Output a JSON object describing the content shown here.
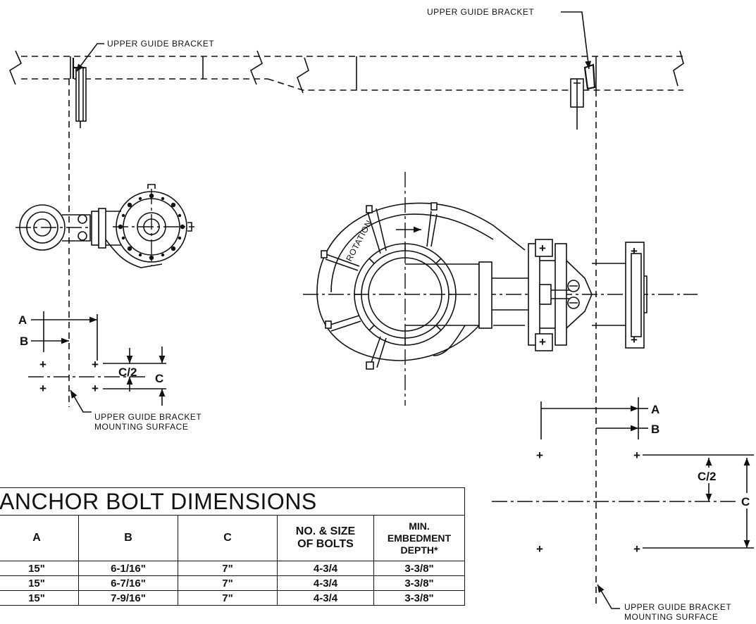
{
  "labels": {
    "upper_guide_bracket_left": "UPPER GUIDE BRACKET",
    "upper_guide_bracket_right": "UPPER GUIDE BRACKET",
    "mounting_left_line1": "UPPER GUIDE BRACKET",
    "mounting_left_line2": "MOUNTING SURFACE",
    "mounting_right_line1": "UPPER GUIDE BRACKET",
    "mounting_right_line2": "MOUNTING SURFACE",
    "rotation": "ROTATION"
  },
  "dims_left": {
    "a": "A",
    "b": "B",
    "c_half": "C/2",
    "c": "C"
  },
  "dims_right": {
    "a": "A",
    "b": "B",
    "c_half": "C/2",
    "c": "C"
  },
  "table": {
    "title": "ANCHOR BOLT DIMENSIONS",
    "headers": [
      "A",
      "B",
      "C",
      "NO. & SIZE OF BOLTS",
      "MIN. EMBEDMENT DEPTH*"
    ],
    "rows": [
      [
        "15\"",
        "6-1/16\"",
        "7\"",
        "4-3/4",
        "3-3/8\""
      ],
      [
        "15\"",
        "6-7/16\"",
        "7\"",
        "4-3/4",
        "3-3/8\""
      ],
      [
        "15\"",
        "7-9/16\"",
        "7\"",
        "4-3/4",
        "3-3/8\""
      ]
    ]
  }
}
